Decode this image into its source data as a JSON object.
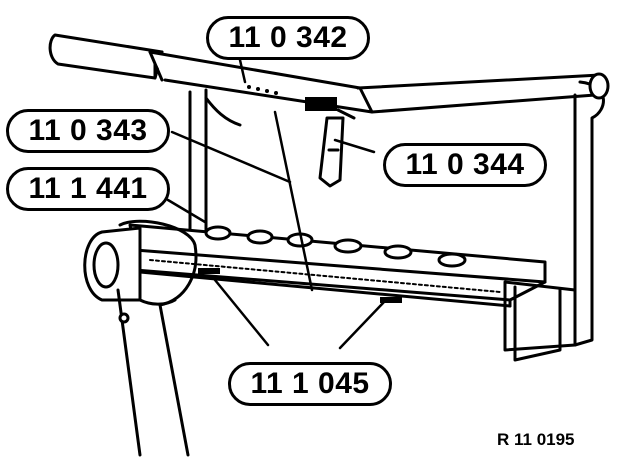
{
  "diagram": {
    "callouts": [
      {
        "id": "c1",
        "label": "11 0 342"
      },
      {
        "id": "c2",
        "label": "11 0 343"
      },
      {
        "id": "c3",
        "label": "11 0 344"
      },
      {
        "id": "c4",
        "label": "11 1 441"
      },
      {
        "id": "c5",
        "label": "11 1 045"
      }
    ],
    "reference_code": "R 11 0195",
    "colors": {
      "ink": "#000000",
      "paper": "#ffffff"
    }
  }
}
